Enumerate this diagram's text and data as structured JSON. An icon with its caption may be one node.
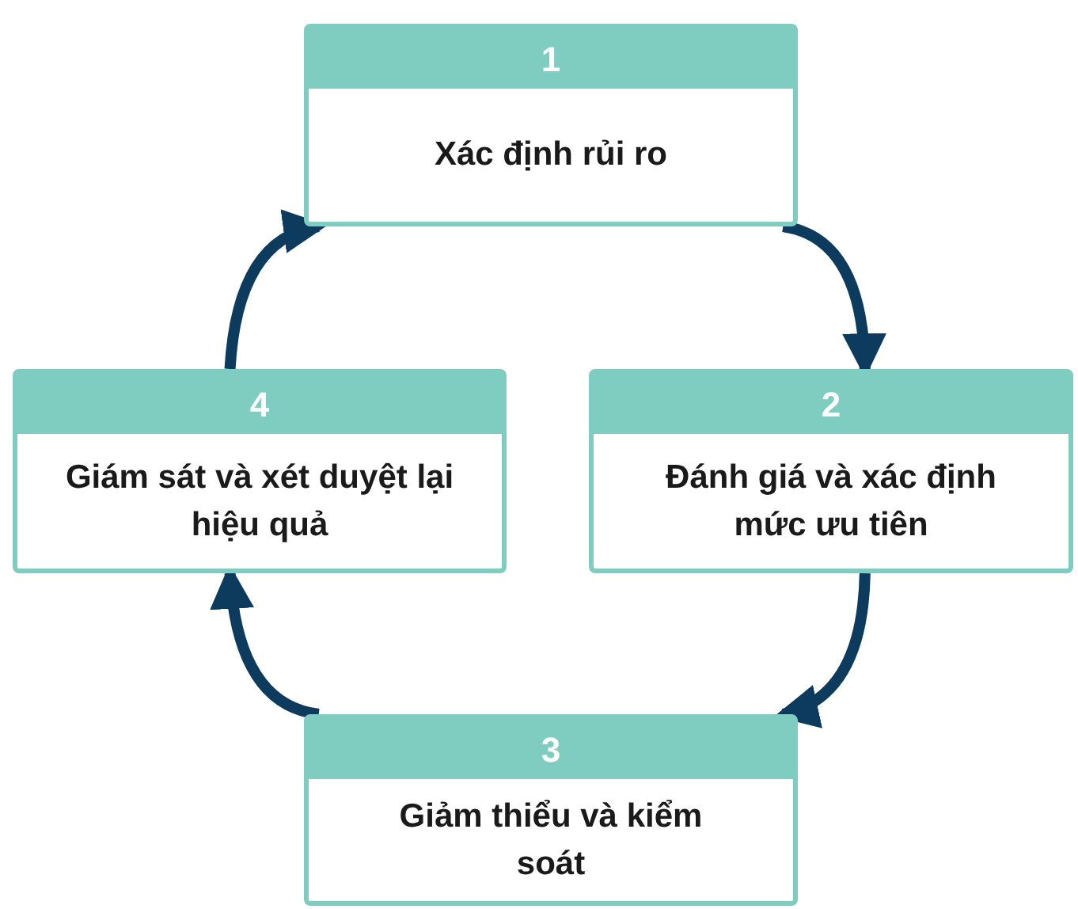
{
  "diagram": {
    "nodes": [
      {
        "text": [
          "1",
          "Xác định rủi ro"
        ]
      },
      {
        "text": [
          "2",
          "Đánh giá và xác định mức ưu tiên"
        ]
      },
      {
        "text": [
          "3",
          "Giảm thiểu và kiểm soát"
        ]
      },
      {
        "text": [
          "4",
          "Giám sát và xét duyệt lại hiệu quả"
        ]
      }
    ],
    "edges": [
      {
        "from": 0,
        "to": 1,
        "arrow": "to"
      },
      {
        "from": 1,
        "to": 2,
        "arrow": "to"
      },
      {
        "from": 2,
        "to": 3,
        "arrow": "to"
      },
      {
        "from": 3,
        "to": 0,
        "arrow": "to"
      }
    ]
  }
}
